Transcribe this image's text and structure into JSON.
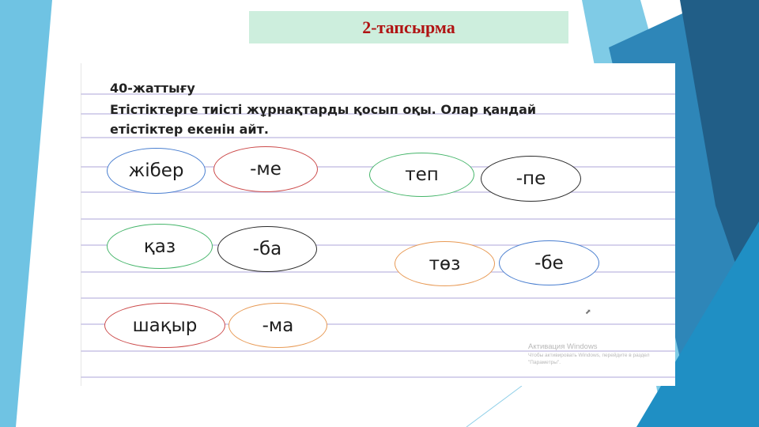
{
  "slide": {
    "title": "2-тапсырма",
    "colors": {
      "title_bg": "#cdeedd",
      "title_text": "#b01313",
      "decor_dark": "#215e87",
      "decor_mid": "#2e86b8",
      "decor_light": "#6fc3e3"
    }
  },
  "exercise": {
    "heading": "40-жаттығу",
    "instruction": "Етістіктерге тиісті жұрнақтарды қосып оқы. Олар қандай етістіктер екенін айт.",
    "words": [
      {
        "stem": "жібер",
        "suffix": "-ме",
        "stem_color": "#4a7fd0",
        "suffix_color": "#cc4a4a"
      },
      {
        "stem": "теп",
        "suffix": "-пе",
        "stem_color": "#45b56a",
        "suffix_color": "#2a2a2a"
      },
      {
        "stem": "қаз",
        "suffix": "-ба",
        "stem_color": "#45b56a",
        "suffix_color": "#2a2a2a"
      },
      {
        "stem": "төз",
        "suffix": "-бе",
        "stem_color": "#e89a55",
        "suffix_color": "#4a7fd0"
      },
      {
        "stem": "шақыр",
        "suffix": "-ма",
        "stem_color": "#cc4a4a",
        "suffix_color": "#e89a55"
      }
    ]
  },
  "watermark": {
    "title": "Активация Windows",
    "line1": "Чтобы активировать Windows, перейдите в раздел",
    "line2": "\"Параметры\"."
  },
  "icons": {
    "cursor": "mouse-cursor-icon"
  }
}
